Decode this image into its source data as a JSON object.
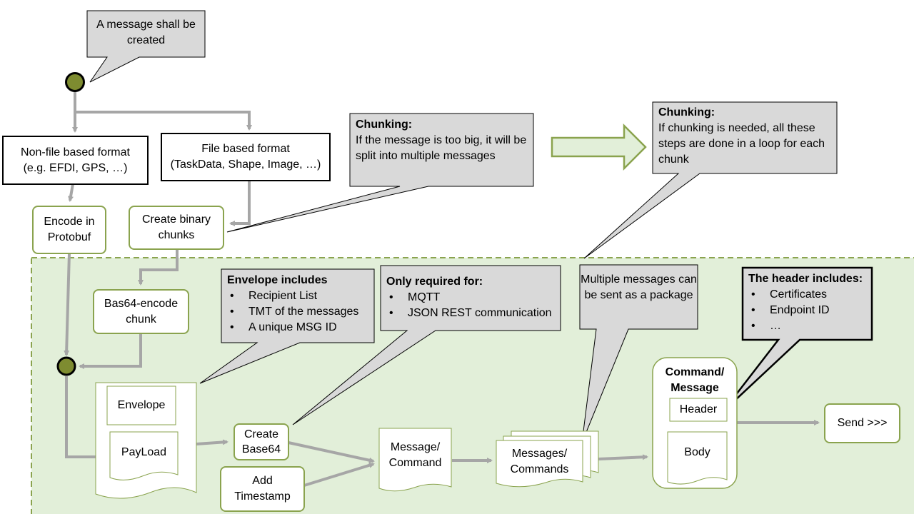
{
  "callouts": {
    "message_created": "A message shall be created",
    "chunking_left": {
      "title": "Chunking:",
      "text": "If the message is too big, it will be split into multiple messages"
    },
    "chunking_right": {
      "title": "Chunking:",
      "text": "If chunking is needed, all these steps are done in a loop for each chunk"
    },
    "envelope": {
      "title": "Envelope includes",
      "items": [
        "Recipient List",
        "TMT of the messages",
        "A unique MSG ID"
      ]
    },
    "required": {
      "title": "Only required for:",
      "items": [
        "MQTT",
        "JSON REST communication"
      ]
    },
    "multiple": "Multiple messages can be sent as a package",
    "header": {
      "title": "The header includes:",
      "items": [
        "Certificates",
        "Endpoint ID",
        "…"
      ]
    }
  },
  "nodes": {
    "non_file": {
      "line1": "Non-file based format",
      "line2": "(e.g. EFDI, GPS, …)"
    },
    "file": {
      "line1": "File based format",
      "line2": "(TaskData, Shape, Image, …)"
    },
    "encode": {
      "line1": "Encode in",
      "line2": "Protobuf"
    },
    "binary": {
      "line1": "Create binary",
      "line2": "chunks"
    },
    "base64_encode": {
      "line1": "Bas64-encode",
      "line2": "chunk"
    },
    "envelope": "Envelope",
    "payload": "PayLoad",
    "create_base64": {
      "line1": "Create",
      "line2": "Base64"
    },
    "timestamp": {
      "line1": "Add",
      "line2": "Timestamp"
    },
    "message_command": {
      "line1": "Message/",
      "line2": "Command"
    },
    "messages_commands": {
      "line1": "Messages/",
      "line2": "Commands"
    },
    "command_message": {
      "line1": "Command/",
      "line2": "Message"
    },
    "header": "Header",
    "body": "Body",
    "send": "Send >>>"
  },
  "colors": {
    "green_border": "#8aa34e",
    "green_fill": "#e2efd9",
    "start_dot": "#7e8c30",
    "arrow_grey": "#a6a6a6",
    "callout_fill": "#d9d9d9",
    "arrow_fill": "#e2efd9"
  }
}
